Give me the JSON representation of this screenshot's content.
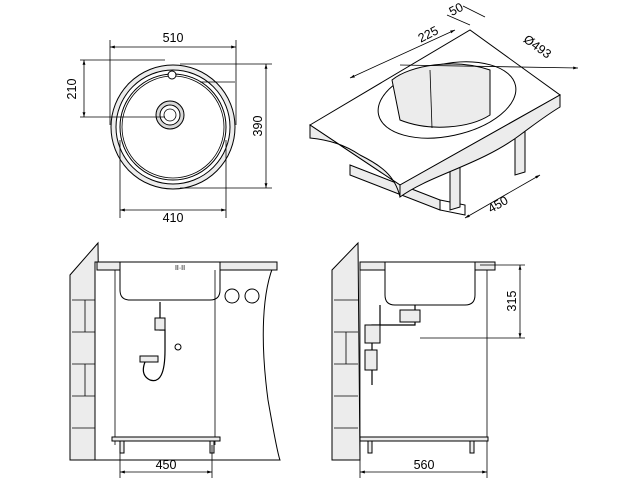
{
  "dims": {
    "top_width": "510",
    "top_depth": "390",
    "drain_offset": "210",
    "inner_width": "410",
    "iso_ext": "50",
    "iso_offset": "225",
    "iso_diameter": "Ø493",
    "iso_depth": "450",
    "front_width": "450",
    "side_height": "315",
    "side_width": "560"
  },
  "labels": {
    "tap_mark": "II·II"
  }
}
